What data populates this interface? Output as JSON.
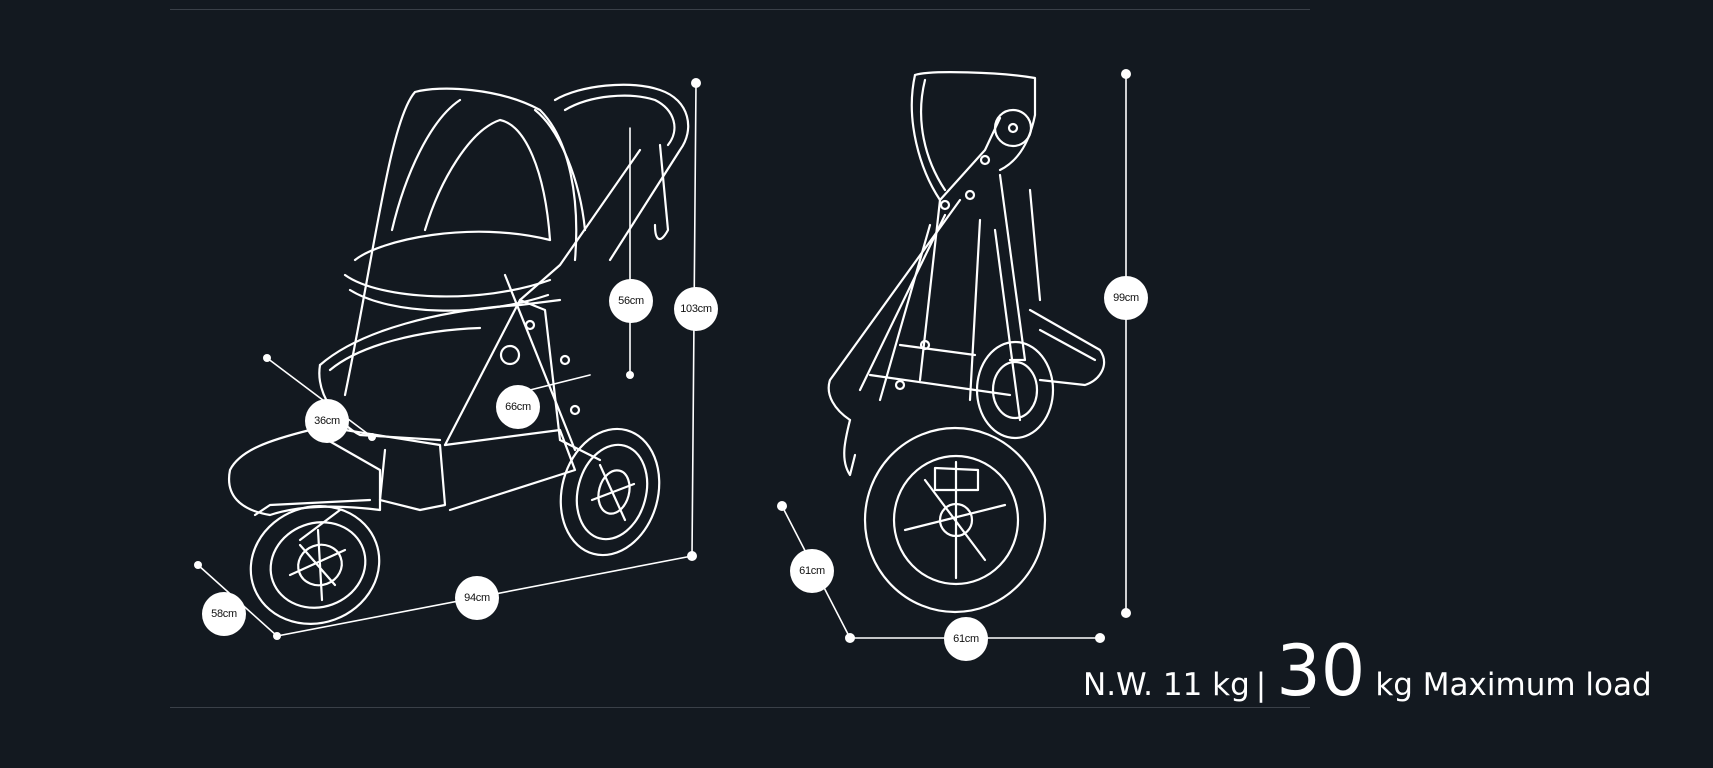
{
  "dimensions": {
    "open_height": "103cm",
    "handle_height": "56cm",
    "seat_depth": "66cm",
    "seat_width": "36cm",
    "wheelbase": "94cm",
    "overall_width": "58cm",
    "folded_height": "99cm",
    "folded_depth": "61cm",
    "folded_length": "61cm"
  },
  "weight": {
    "net_weight": "N.W. 11 kg",
    "separator": "|",
    "max_load_value": "30",
    "max_load_label": "kg Maximum load"
  },
  "colors": {
    "background": "#131920",
    "line": "#ffffff",
    "rule": "#3a4048"
  }
}
